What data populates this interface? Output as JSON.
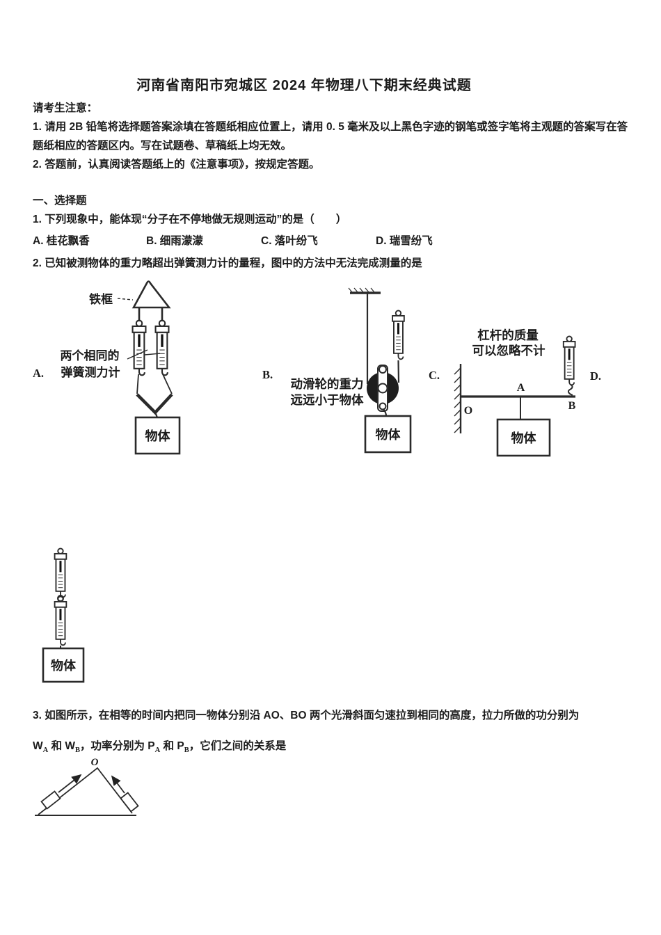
{
  "document": {
    "title": "河南省南阳市宛城区 2024 年物理八下期末经典试题",
    "notice_heading": "请考生注意：",
    "notice_items": [
      "1. 请用 2B 铅笔将选择题答案涂填在答题纸相应位置上，请用 0. 5 毫米及以上黑色字迹的钢笔或签字笔将主观题的答案写在答题纸相应的答题区内。写在试题卷、草稿纸上均无效。",
      "2. 答题前，认真阅读答题纸上的《注意事项》，按规定答题。"
    ],
    "section_heading": "一、选择题",
    "q1": {
      "text": "1. 下列现象中，能体现“分子在不停地做无规则运动”的是（　　）",
      "options": [
        "A. 桂花飘香",
        "B. 细雨濛濛",
        "C. 落叶纷飞",
        "D. 瑞雪纷飞"
      ]
    },
    "q2": {
      "text": "2. 已知被测物体的重力略超出弹簧测力计的量程，图中的方法中无法完成测量的是",
      "option_letters": [
        "A.",
        "B.",
        "C.",
        "D."
      ],
      "fig_a": {
        "frame_label": "铁框",
        "scales_label_line1": "两个相同的",
        "scales_label_line2": "弹簧测力计",
        "object_label": "物体"
      },
      "fig_b": {
        "note_line1": "动滑轮的重力",
        "note_line2": "远远小于物体",
        "object_label": "物体"
      },
      "fig_c": {
        "note_line1": "杠杆的质量",
        "note_line2": "可以忽略不计",
        "pivot_label": "O",
        "point_a_label": "A",
        "point_b_label": "B",
        "object_label": "物体"
      },
      "fig_d": {
        "object_label": "物体"
      }
    },
    "q3": {
      "line1": "3. 如图所示，在相等的时间内把同一物体分别沿 AO、BO 两个光滑斜面匀速拉到相同的高度，拉力所做的功分别为",
      "formula_segments": [
        "W",
        "A",
        " 和 W",
        "B",
        "，功率分别为 P",
        "A",
        " 和 P",
        "B",
        "，它们之间的关系是"
      ],
      "figure_apex_label": "O"
    }
  }
}
